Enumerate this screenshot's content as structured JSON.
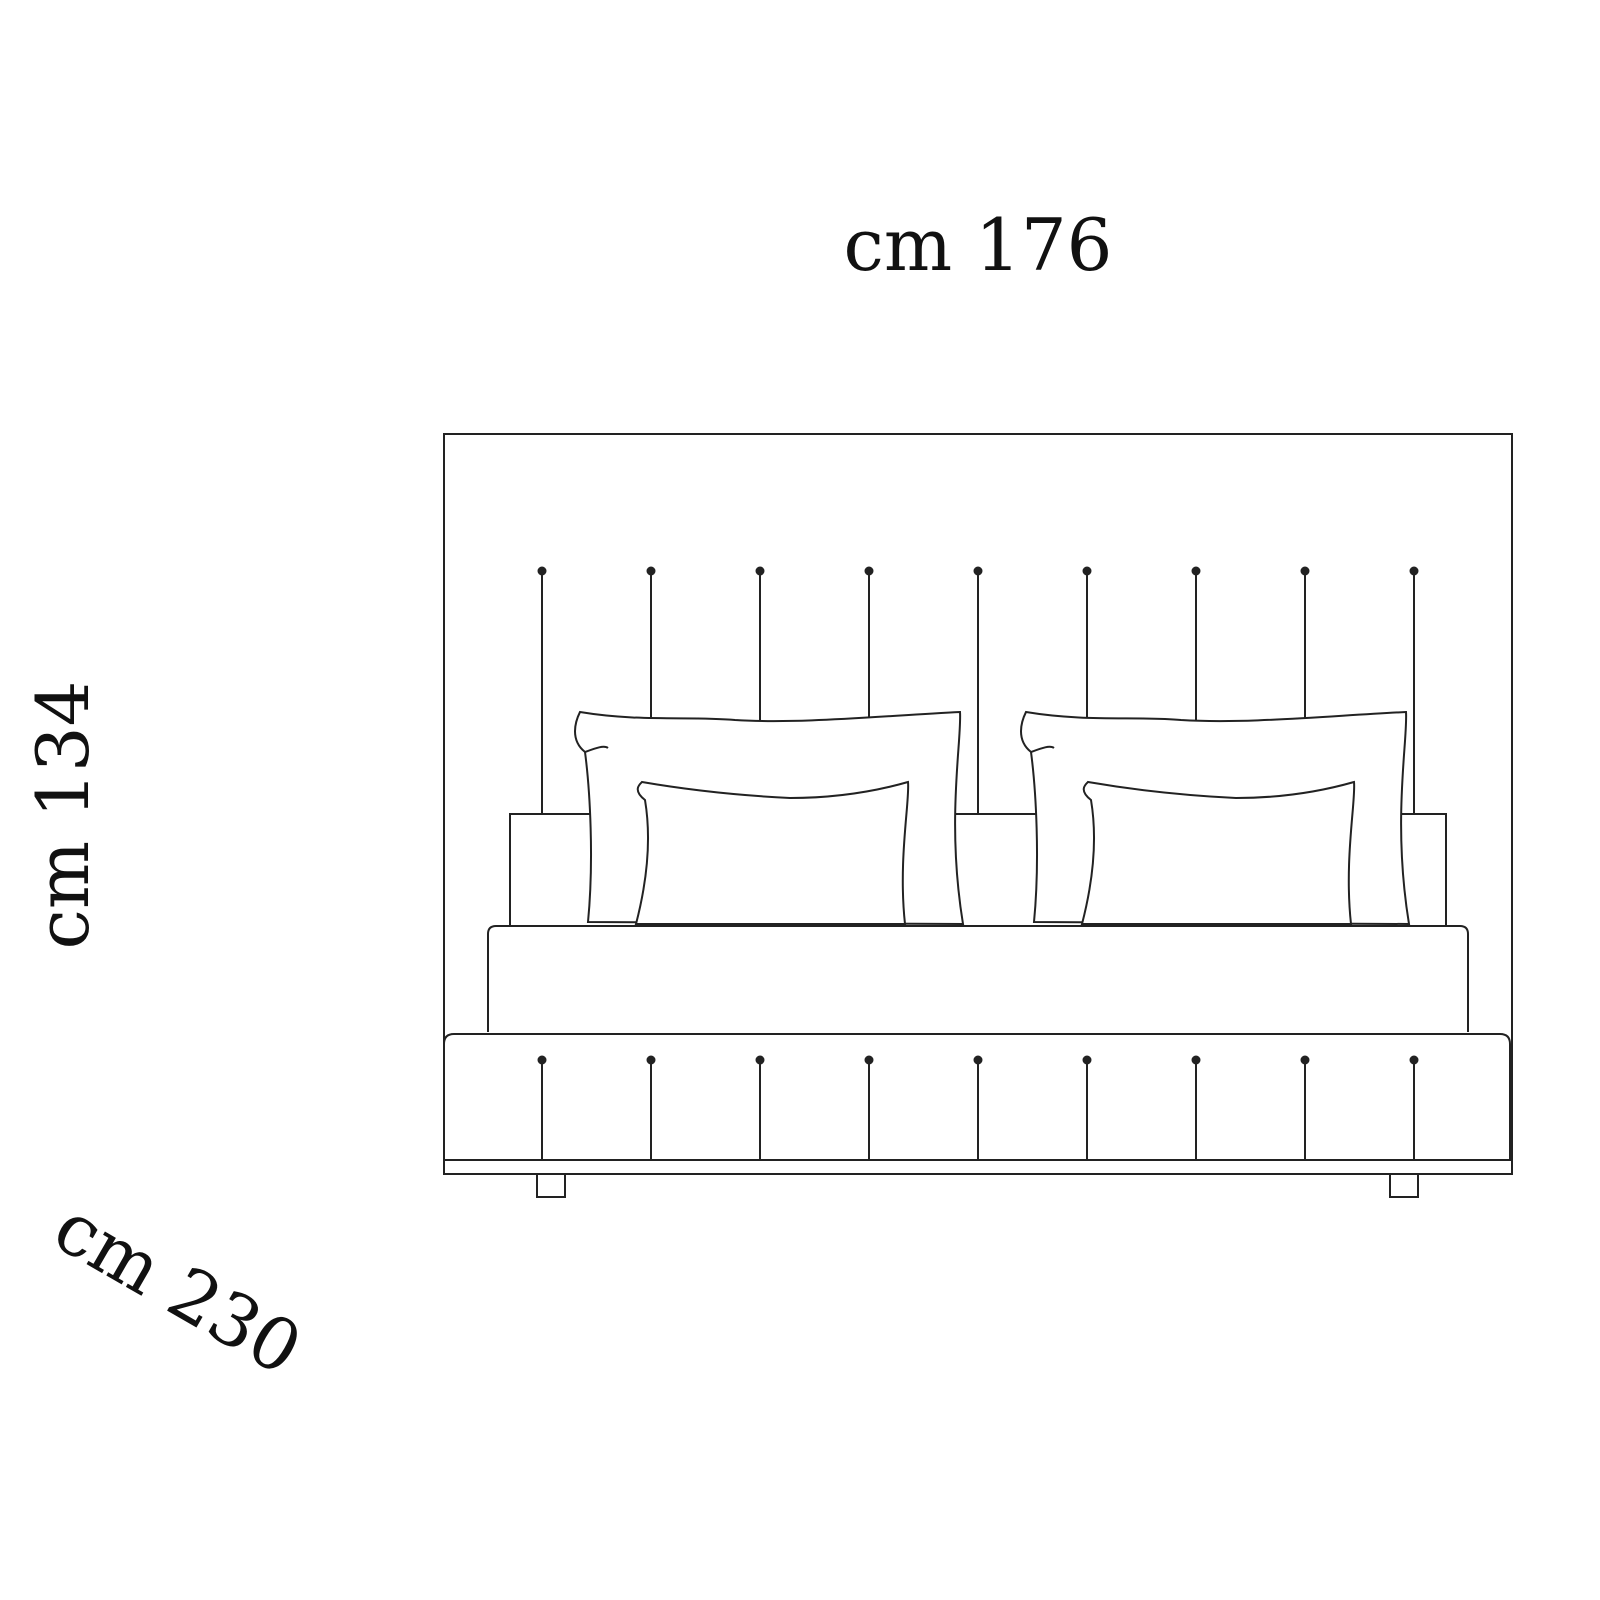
{
  "dimensions": {
    "width": "cm 176",
    "height": "cm 134",
    "depth": "cm 230"
  },
  "colors": {
    "line": "#222222",
    "background": "#ffffff"
  },
  "tufting_lines": 9
}
